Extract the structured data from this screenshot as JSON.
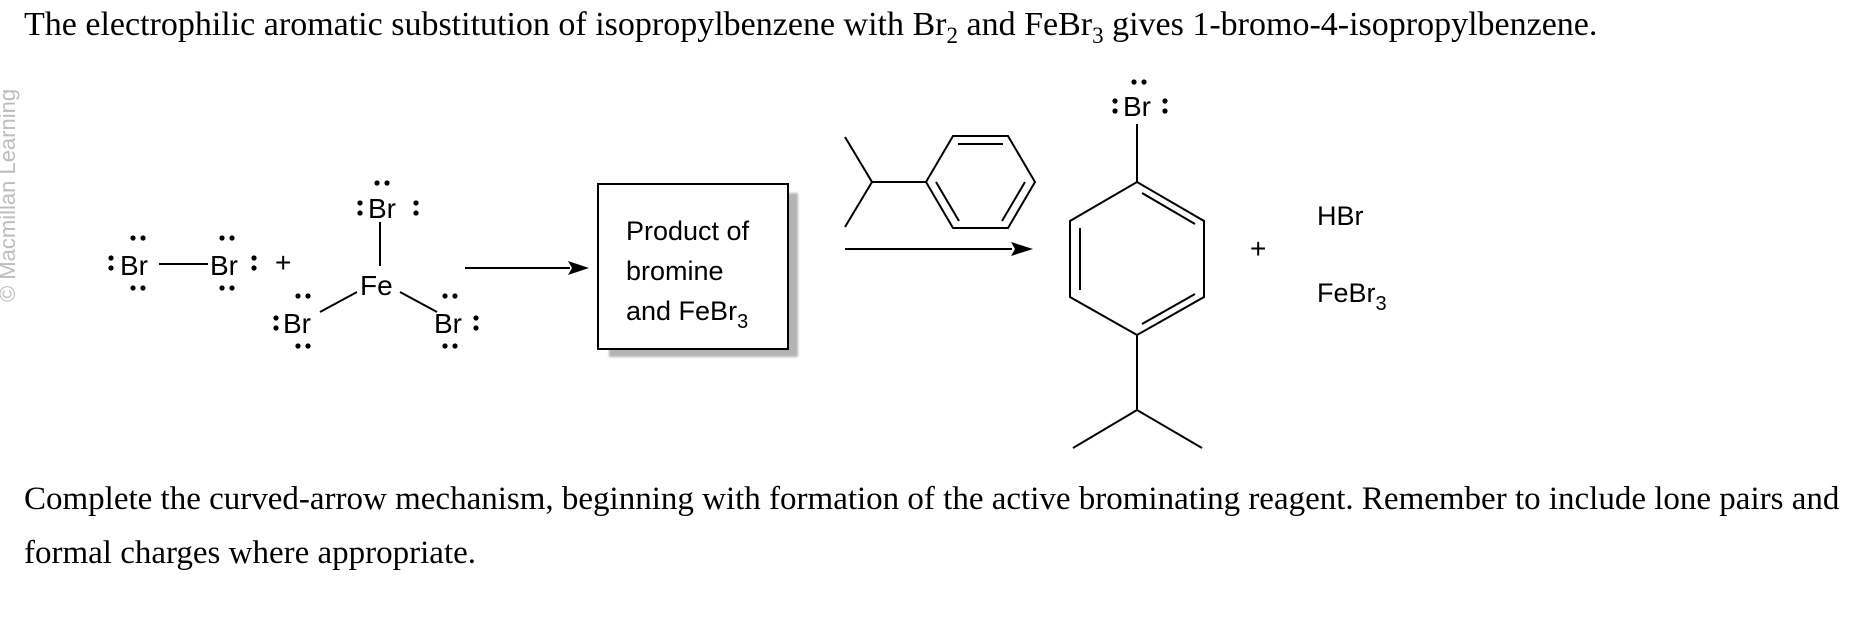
{
  "intro": {
    "part1": "The electrophilic aromatic substitution of isopropylbenzene with Br",
    "sub1": "2",
    "part2": " and FeBr",
    "sub2": "3",
    "part3": " gives 1-bromo-4-isopropylbenzene."
  },
  "watermark": {
    "text": "© Macmillan Learning"
  },
  "scheme": {
    "br2": {
      "left_atom": "Br",
      "right_atom": "Br",
      "plus": "+"
    },
    "febr3": {
      "center_atom": "Fe",
      "top_atom": "Br",
      "left_atom": "Br",
      "right_atom": "Br"
    },
    "box": {
      "line1": "Product of",
      "line2": "bromine",
      "line3_main": "and FeBr",
      "line3_sub": "3"
    },
    "product": {
      "br_atom": "Br"
    },
    "byproducts": {
      "plus": "+",
      "hbr": "HBr",
      "febr3_main": "FeBr",
      "febr3_sub": "3"
    }
  },
  "task": {
    "text": "Complete the curved-arrow mechanism, beginning with formation of the active brominating reagent. Remember to include lone pairs and formal charges where appropriate."
  }
}
